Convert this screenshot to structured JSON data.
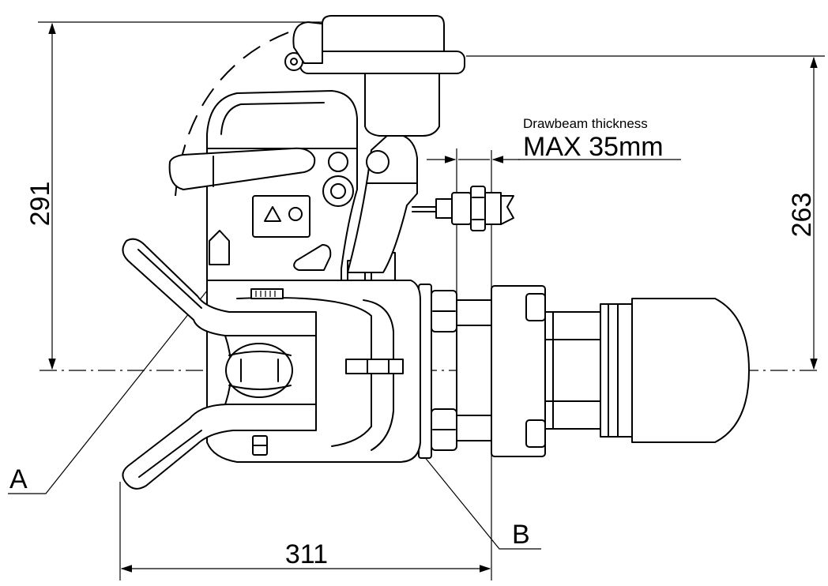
{
  "annotations": {
    "drawbeam_label": "Drawbeam thickness",
    "drawbeam_value": "MAX 35mm"
  },
  "dimensions": {
    "overall_height": "291",
    "center_height": "263",
    "overall_length": "311"
  },
  "callouts": {
    "a": "A",
    "b": "B"
  }
}
